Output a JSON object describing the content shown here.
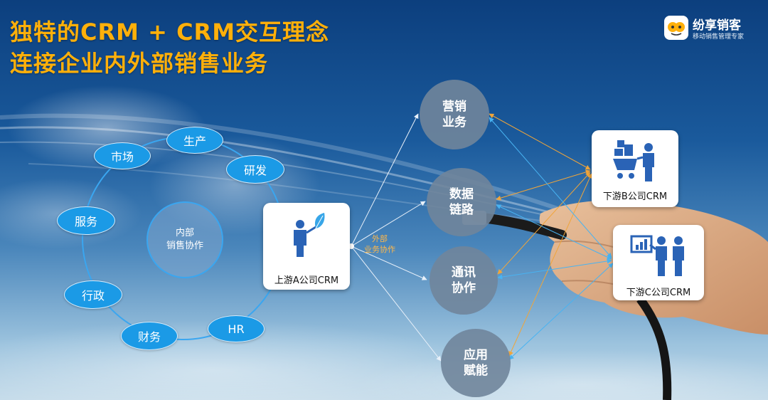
{
  "title": {
    "line1": "独特的CRM + CRM交互理念",
    "line2": "连接企业内外部销售业务"
  },
  "brand": {
    "name": "纷享销客",
    "slogan": "移动销售管理专家"
  },
  "ring": {
    "center_label": "内部\n销售协作",
    "items": [
      "生产",
      "研发",
      "市场",
      "服务",
      "行政",
      "财务",
      "HR"
    ]
  },
  "upstream": {
    "label": "上游A公司CRM"
  },
  "connector_label": "外部\n业务协作",
  "hubs": [
    "营销\n业务",
    "数据\n链路",
    "通讯\n协作",
    "应用\n赋能"
  ],
  "downstream": {
    "b_label": "下游B公司CRM",
    "c_label": "下游C公司CRM"
  },
  "colors": {
    "title": "#ffb00a",
    "ring_node": "#1b9ae6",
    "hub": "#70859b",
    "card_icon": "#2a63b6"
  }
}
